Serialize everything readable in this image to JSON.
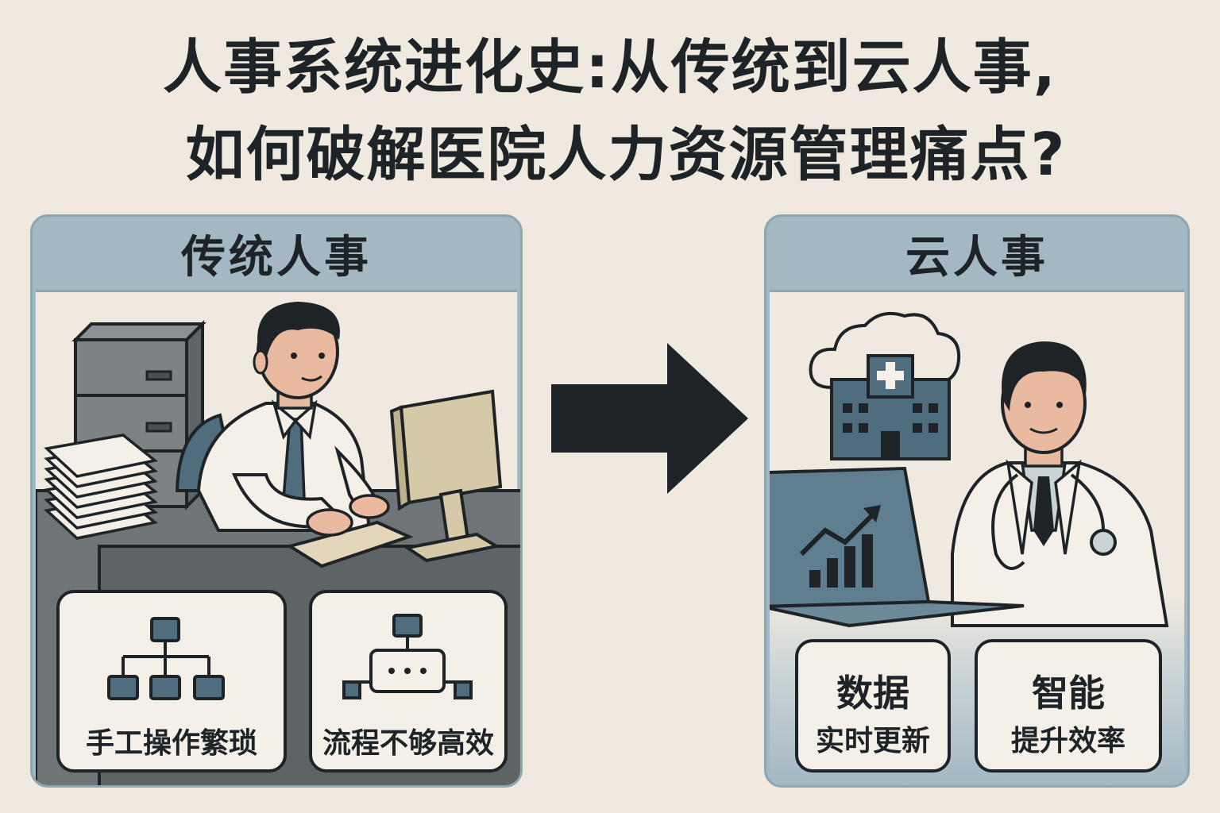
{
  "title": {
    "line1": "人事系统进化史:从传统到云人事,",
    "line2": "如何破解医院人力资源管理痛点?"
  },
  "left_panel": {
    "title": "传统人事",
    "bubbles": [
      {
        "icon": "org-chart-icon",
        "text": "手工操作繁琐"
      },
      {
        "icon": "process-flow-icon",
        "text": "流程不够高效"
      }
    ]
  },
  "right_panel": {
    "title": "云人事",
    "bubbles": [
      {
        "line1": "数据",
        "line2": "实时更新"
      },
      {
        "line1": "智能",
        "line2": "提升效率"
      }
    ]
  },
  "colors": {
    "background": "#efe9df",
    "panel": "#a3b8c3",
    "dark": "#1d2326",
    "accent_blue": "#4f6d7d"
  }
}
